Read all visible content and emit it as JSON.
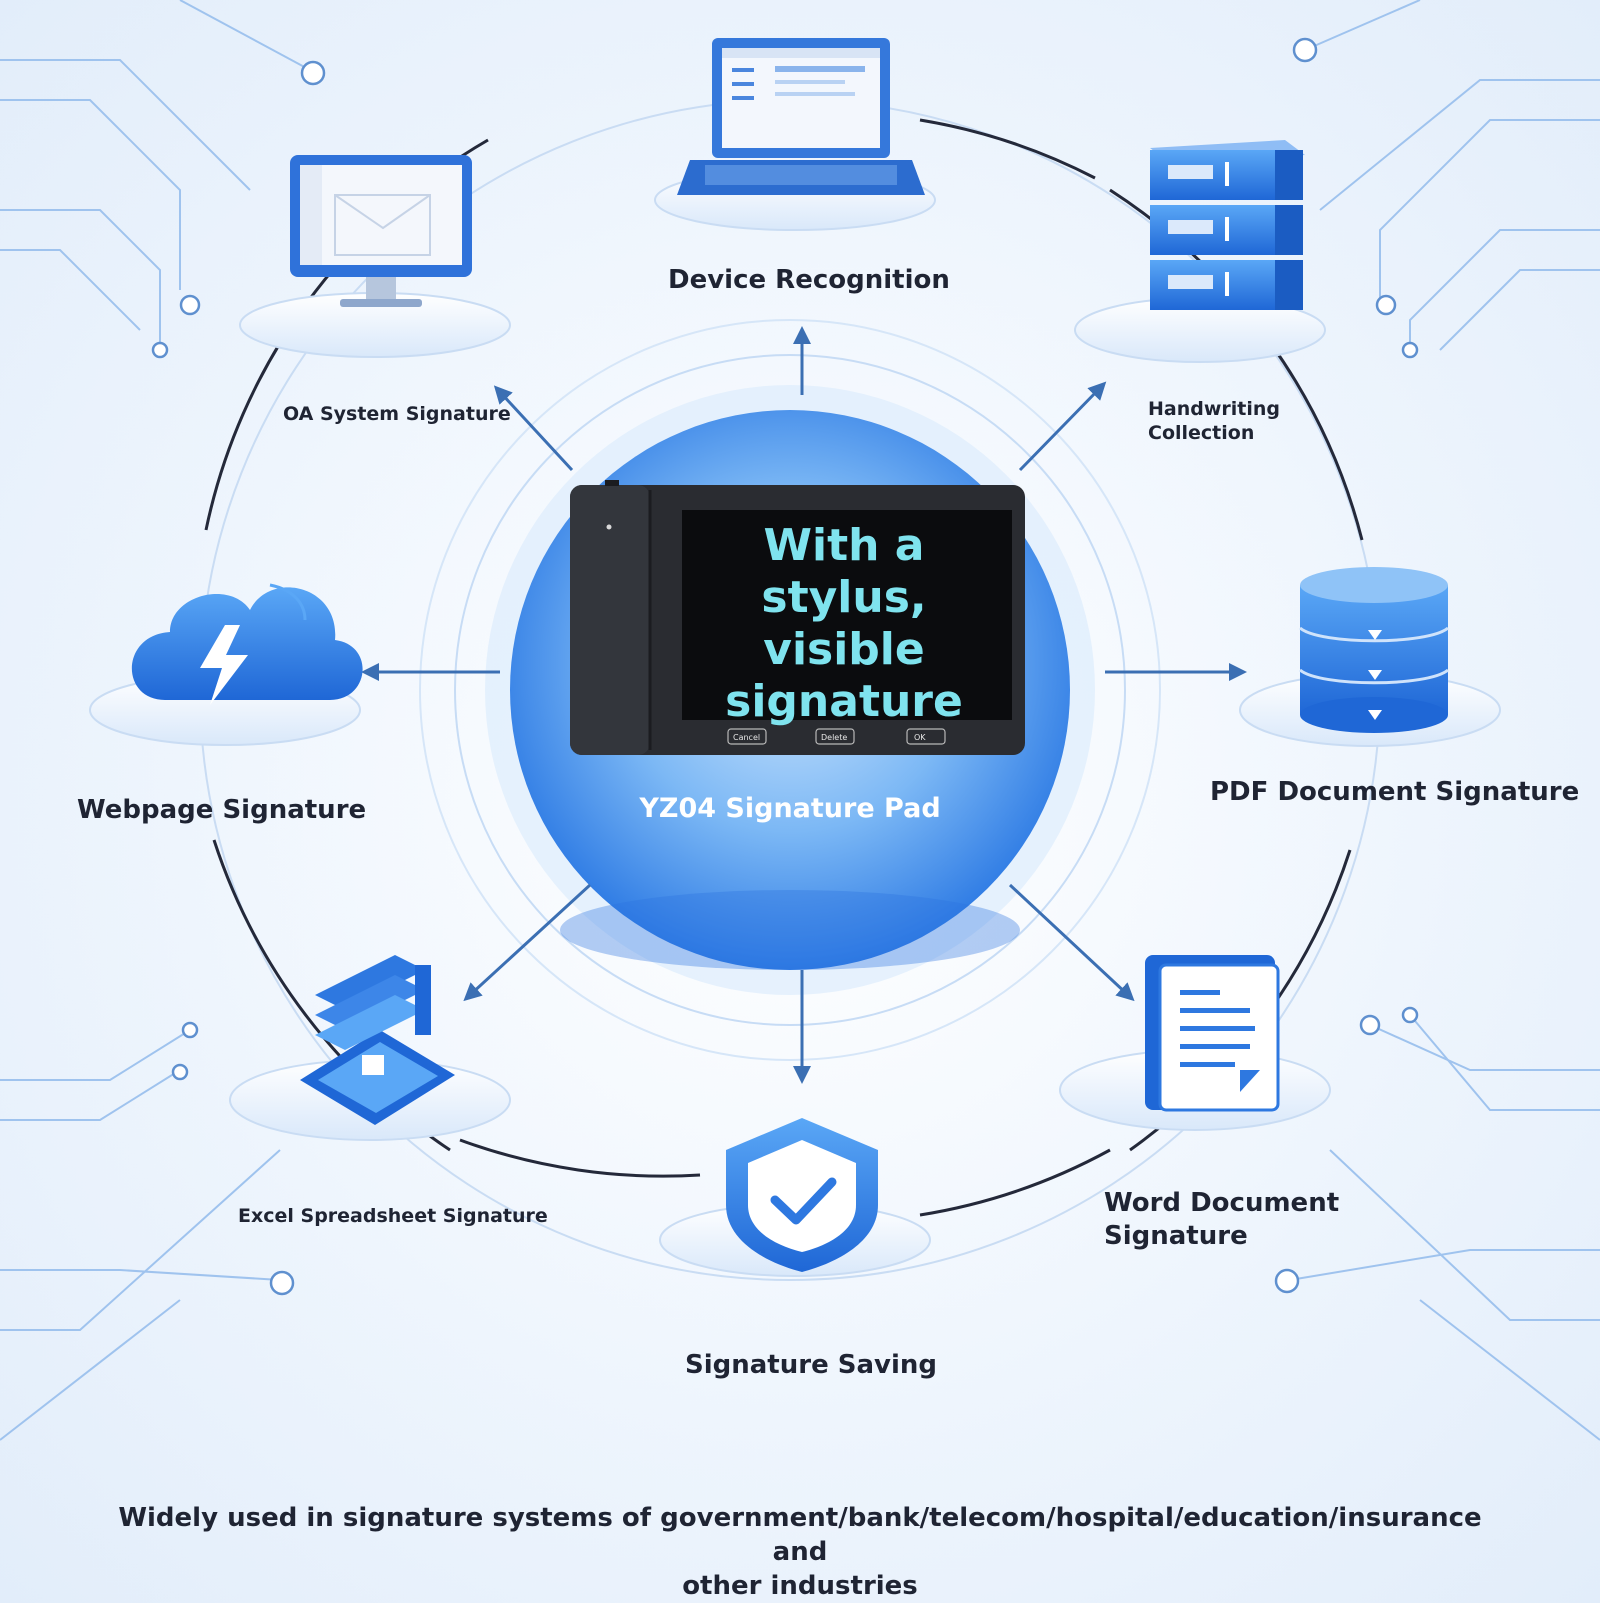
{
  "center": {
    "screen_text": "With a stylus, visible signature",
    "device_name": "YZ04 Signature Pad",
    "buttons": [
      "Cancel",
      "Delete",
      "OK"
    ]
  },
  "nodes": {
    "device_recognition": "Device Recognition",
    "oa_system": "OA System Signature",
    "handwriting_line1": "Handwriting",
    "handwriting_line2": "Collection",
    "webpage": "Webpage Signature",
    "pdf_document": "PDF Document Signature",
    "excel_spreadsheet": "Excel Spreadsheet Signature",
    "word_line1": "Word Document",
    "word_line2": "Signature",
    "signature_saving": "Signature Saving"
  },
  "footer_line1": "Widely used in signature systems of government/bank/telecom/hospital/education/insurance and",
  "footer_line2": "other industries",
  "colors": {
    "primary_blue": "#2f7be6",
    "light_blue": "#8fc3f7",
    "line_blue": "#3b6fb3",
    "screen_text": "#7fe3ee",
    "pad_body": "#2a2c31"
  }
}
